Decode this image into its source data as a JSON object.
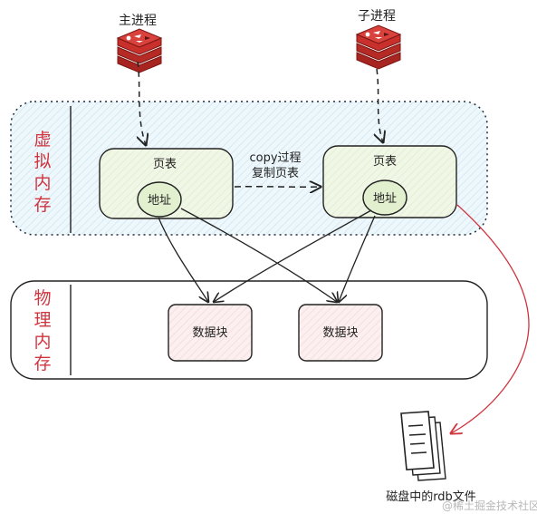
{
  "processes": {
    "main": "主进程",
    "child": "子进程"
  },
  "virtual_memory": {
    "label_chars": [
      "虚",
      "拟",
      "内",
      "存"
    ],
    "page_table_left": {
      "title": "页表",
      "address": "地址"
    },
    "page_table_right": {
      "title": "页表",
      "address": "地址"
    },
    "copy_line1": "copy过程",
    "copy_line2": "复制页表"
  },
  "physical_memory": {
    "label_chars": [
      "物",
      "理",
      "内",
      "存"
    ],
    "block_left": "数据块",
    "block_right": "数据块"
  },
  "disk": {
    "caption": "磁盘中的rdb文件"
  },
  "watermark": "@稀土掘金技术社区",
  "colors": {
    "accent_red": "#d0343f",
    "redis_red": "#c9302c",
    "dotted_region_fill": "#e8f3f8",
    "page_table_fill": "#eef6e2",
    "data_block_fill": "#fbeaea"
  },
  "icons": {
    "process_icon": "redis-logo",
    "disk_icon": "document-stack"
  }
}
